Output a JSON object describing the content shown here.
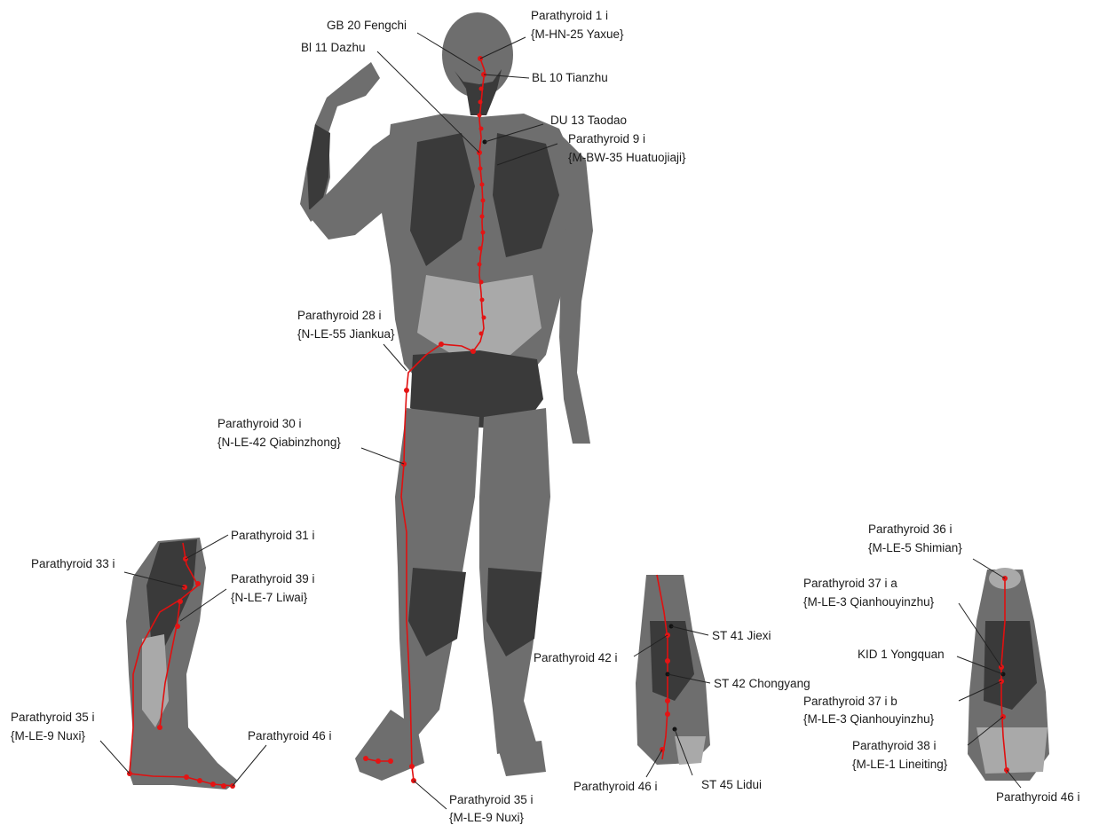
{
  "figure": {
    "labels": {
      "gb20": "GB 20 Fengchi",
      "para1_a": "Parathyroid 1 i",
      "para1_b": "{M-HN-25 Yaxue}",
      "bl11": "Bl 11 Dazhu",
      "bl10": "BL 10 Tianzhu",
      "du13": "DU 13 Taodao",
      "para9_a": "Parathyroid 9 i",
      "para9_b": "{M-BW-35 Huatuojiaji}",
      "para28_a": "Parathyroid 28 i",
      "para28_b": "{N-LE-55 Jiankua}",
      "para30_a": "Parathyroid 30 i",
      "para30_b": "{N-LE-42 Qiabinzhong}",
      "leg_para31": "Parathyroid 31 i",
      "leg_para33": "Parathyroid 33 i",
      "leg_para39_a": "Parathyroid 39 i",
      "leg_para39_b": "{N-LE-7 Liwai}",
      "leg_para35_a": "Parathyroid 35 i",
      "leg_para35_b": "{M-LE-9 Nuxi}",
      "leg_para46": "Parathyroid 46 i",
      "main_para35_a": "Parathyroid 35 i",
      "main_para35_b": "{M-LE-9 Nuxi}",
      "st41": "ST 41 Jiexi",
      "para42": "Parathyroid 42 i",
      "st42": "ST 42 Chongyang",
      "foot_para46": "Parathyroid 46 i",
      "st45": "ST 45 Lidui",
      "para36_a": "Parathyroid 36 i",
      "para36_b": "{M-LE-5 Shimian}",
      "para37a_a": "Parathyroid 37 i a",
      "para37a_b": "{M-LE-3 Qianhouyinzhu}",
      "kid1": "KID 1 Yongquan",
      "para37b_a": "Parathyroid 37 i b",
      "para37b_b": "{M-LE-3 Qianhouyinzhu}",
      "para38_a": "Parathyroid 38 i",
      "para38_b": "{M-LE-1 Lineiting}",
      "sole_para46": "Parathyroid 46 i"
    },
    "colors": {
      "meridian": "#e01010",
      "point": "#e41414",
      "leader": "#222222",
      "anatomy": "#4a4a4a"
    }
  }
}
